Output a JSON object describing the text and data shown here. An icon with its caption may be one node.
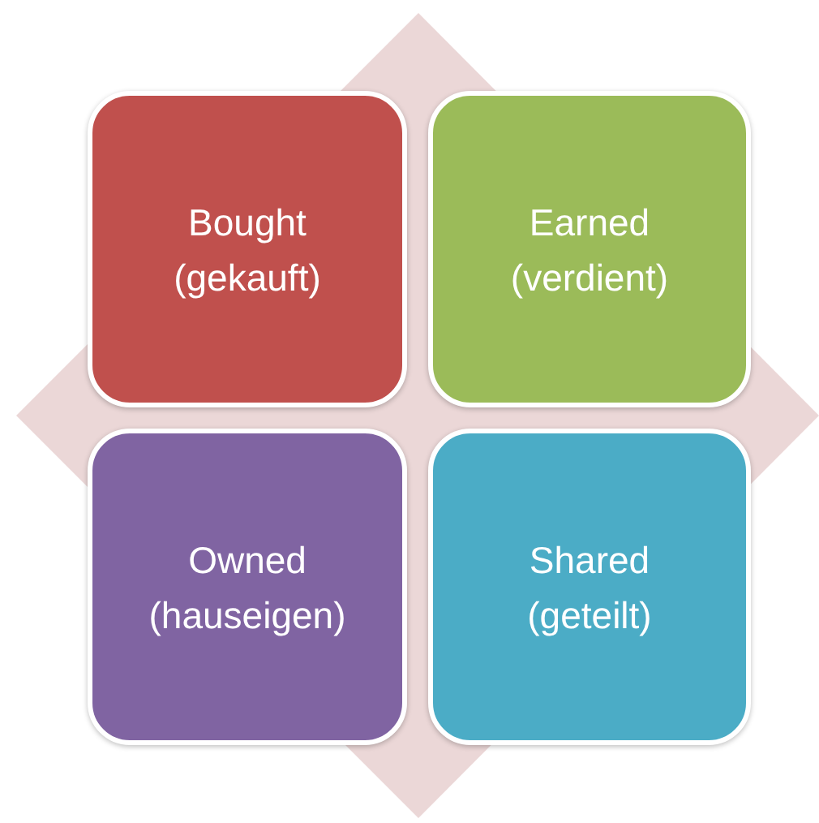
{
  "diagram": {
    "nodes": [
      {
        "text": [
          "Bought",
          "(gekauft)"
        ]
      },
      {
        "text": [
          "Earned",
          "(verdient)"
        ]
      },
      {
        "text": [
          "Owned",
          "(hauseigen)"
        ]
      },
      {
        "text": [
          "Shared",
          "(geteilt)"
        ]
      }
    ],
    "edges": []
  }
}
